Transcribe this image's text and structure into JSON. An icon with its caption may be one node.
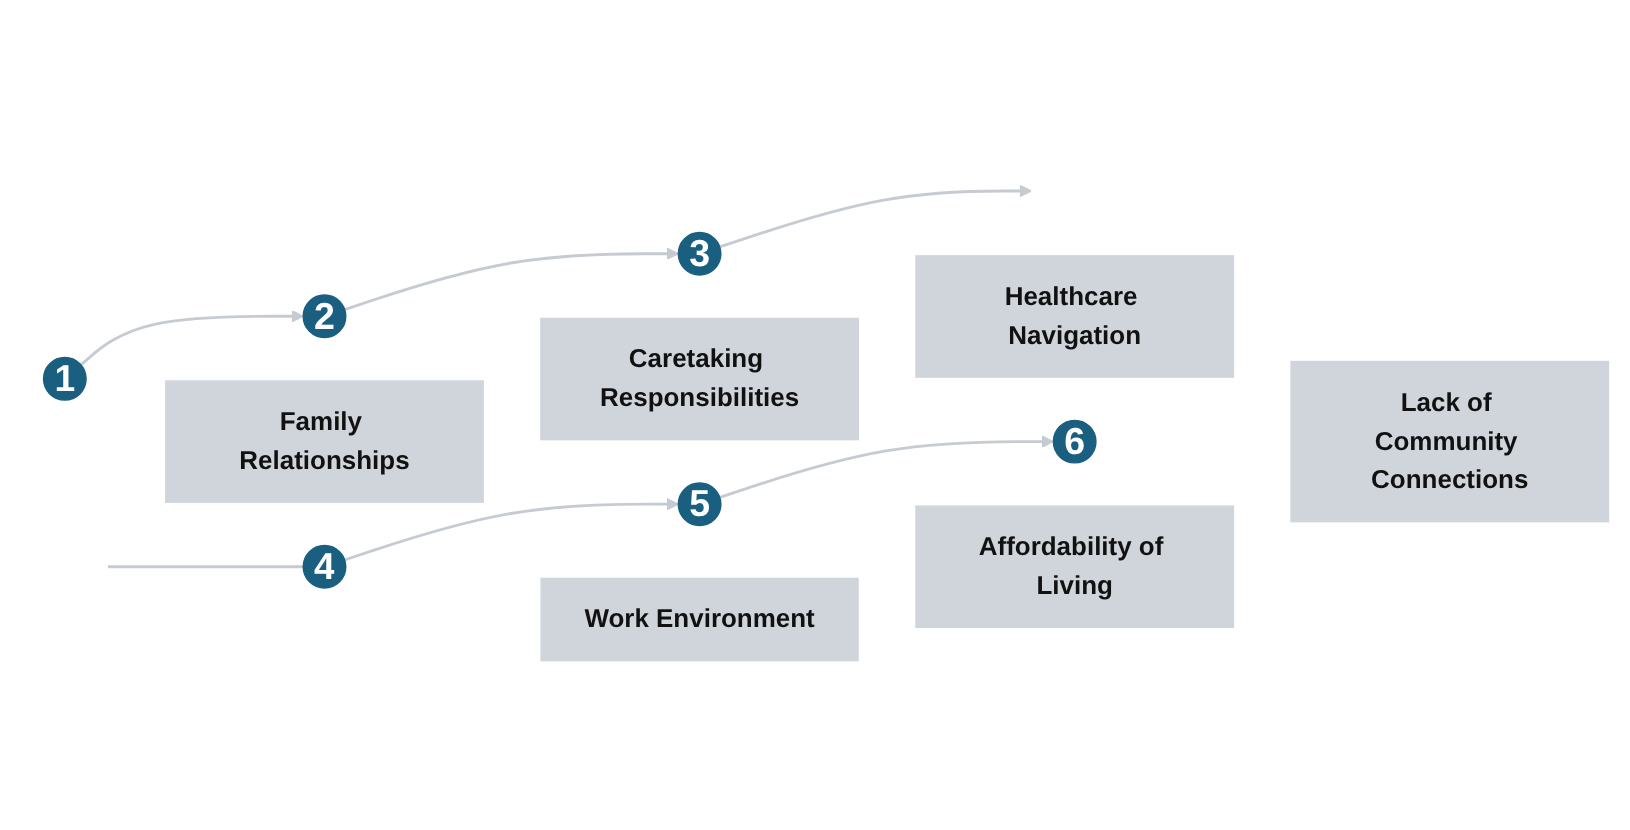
{
  "diagram": {
    "nodes": [
      {
        "text": [
          "1"
        ]
      },
      {
        "text": [
          "Family Relationships"
        ]
      },
      {
        "text": [
          "2"
        ]
      },
      {
        "text": [
          "Caretaking Responsibilities"
        ]
      },
      {
        "text": [
          "3"
        ]
      },
      {
        "text": [
          "Healthcare Navigation"
        ]
      },
      {
        "text": [
          "4"
        ]
      },
      {
        "text": [
          "Work Environment"
        ]
      },
      {
        "text": [
          "5"
        ]
      },
      {
        "text": [
          "Affordability of Living"
        ]
      },
      {
        "text": [
          "6"
        ]
      },
      {
        "text": [
          "Lack of Community Connections"
        ]
      }
    ],
    "edges": [
      {
        "from": 0,
        "to": 2,
        "arrow": "to"
      },
      {
        "from": 2,
        "to": 4,
        "arrow": "to"
      },
      {
        "from": 4,
        "to": null,
        "arrow": "to"
      },
      {
        "from": null,
        "to": 6,
        "arrow": "none"
      },
      {
        "from": 6,
        "to": 8,
        "arrow": "to"
      },
      {
        "from": 8,
        "to": 10,
        "arrow": "to"
      }
    ]
  }
}
